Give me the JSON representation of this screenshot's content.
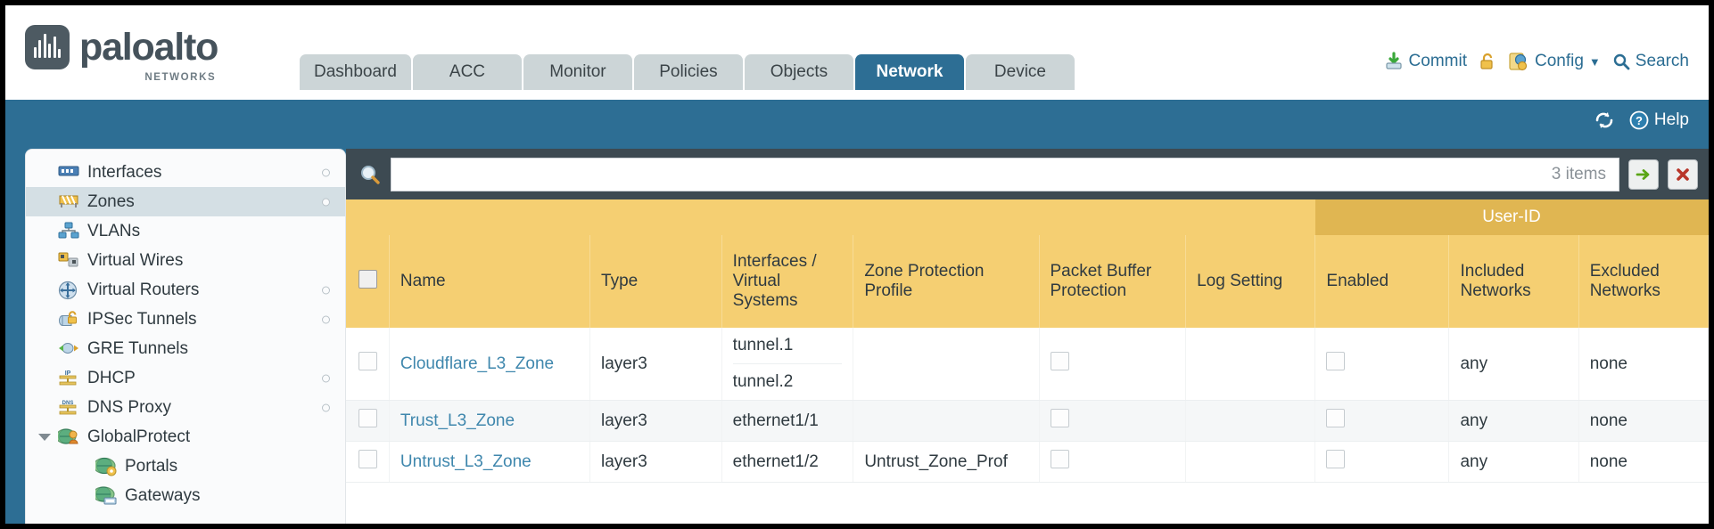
{
  "brand": {
    "name": "paloalto",
    "tagline": "NETWORKS",
    "trademark": "®"
  },
  "nav": {
    "tabs": [
      {
        "label": "Dashboard",
        "active": false
      },
      {
        "label": "ACC",
        "active": false
      },
      {
        "label": "Monitor",
        "active": false
      },
      {
        "label": "Policies",
        "active": false
      },
      {
        "label": "Objects",
        "active": false
      },
      {
        "label": "Network",
        "active": true
      },
      {
        "label": "Device",
        "active": false
      }
    ]
  },
  "top_actions": {
    "commit": "Commit",
    "lock_icon": "padlock-icon",
    "config": "Config",
    "config_caret": "▼",
    "search": "Search"
  },
  "bluebar": {
    "refresh_icon": "refresh-icon",
    "help": "Help"
  },
  "sidebar": {
    "items": [
      {
        "label": "Interfaces",
        "icon": "interfaces-icon",
        "selected": false,
        "dot": true,
        "indent": false,
        "caret": false
      },
      {
        "label": "Zones",
        "icon": "zones-icon",
        "selected": true,
        "dot": true,
        "indent": false,
        "caret": false
      },
      {
        "label": "VLANs",
        "icon": "vlans-icon",
        "selected": false,
        "dot": false,
        "indent": false,
        "caret": false
      },
      {
        "label": "Virtual Wires",
        "icon": "virtual-wires-icon",
        "selected": false,
        "dot": false,
        "indent": false,
        "caret": false
      },
      {
        "label": "Virtual Routers",
        "icon": "virtual-routers-icon",
        "selected": false,
        "dot": true,
        "indent": false,
        "caret": false
      },
      {
        "label": "IPSec Tunnels",
        "icon": "ipsec-tunnels-icon",
        "selected": false,
        "dot": true,
        "indent": false,
        "caret": false
      },
      {
        "label": "GRE Tunnels",
        "icon": "gre-tunnels-icon",
        "selected": false,
        "dot": false,
        "indent": false,
        "caret": false
      },
      {
        "label": "DHCP",
        "icon": "dhcp-icon",
        "selected": false,
        "dot": true,
        "indent": false,
        "caret": false
      },
      {
        "label": "DNS Proxy",
        "icon": "dns-proxy-icon",
        "selected": false,
        "dot": true,
        "indent": false,
        "caret": false
      },
      {
        "label": "GlobalProtect",
        "icon": "globalprotect-icon",
        "selected": false,
        "dot": false,
        "indent": false,
        "caret": true
      },
      {
        "label": "Portals",
        "icon": "portals-icon",
        "selected": false,
        "dot": false,
        "indent": true,
        "caret": false
      },
      {
        "label": "Gateways",
        "icon": "gateways-icon",
        "selected": false,
        "dot": false,
        "indent": true,
        "caret": false
      }
    ]
  },
  "search": {
    "icon": "magnifier-icon",
    "value": "",
    "placeholder": "",
    "items_count": "3 items",
    "apply_icon": "green-arrow-icon",
    "clear_icon": "red-x-icon"
  },
  "table": {
    "group_headers": [
      {
        "label": "User-ID",
        "span": 3
      }
    ],
    "columns": [
      "Name",
      "Type",
      "Interfaces / Virtual Systems",
      "Zone Protection Profile",
      "Packet Buffer Protection",
      "Log Setting",
      "Enabled",
      "Included Networks",
      "Excluded Networks"
    ],
    "rows": [
      {
        "selected": false,
        "name": "Cloudflare_L3_Zone",
        "type": "layer3",
        "interfaces": [
          "tunnel.1",
          "tunnel.2"
        ],
        "zone_protection_profile": "",
        "packet_buffer_protection": false,
        "log_setting": "",
        "userid_enabled": false,
        "included_networks": "any",
        "excluded_networks": "none"
      },
      {
        "selected": false,
        "name": "Trust_L3_Zone",
        "type": "layer3",
        "interfaces": [
          "ethernet1/1"
        ],
        "zone_protection_profile": "",
        "packet_buffer_protection": false,
        "log_setting": "",
        "userid_enabled": false,
        "included_networks": "any",
        "excluded_networks": "none"
      },
      {
        "selected": false,
        "name": "Untrust_L3_Zone",
        "type": "layer3",
        "interfaces": [
          "ethernet1/2"
        ],
        "zone_protection_profile": "Untrust_Zone_Prof",
        "packet_buffer_protection": false,
        "log_setting": "",
        "userid_enabled": false,
        "included_networks": "any",
        "excluded_networks": "none"
      }
    ]
  },
  "colors": {
    "brand_blue": "#2d6e94",
    "header_gold": "#f5cf72",
    "group_gold": "#e0b652",
    "link": "#3f87ad",
    "panel_dark": "#3d4a52"
  }
}
